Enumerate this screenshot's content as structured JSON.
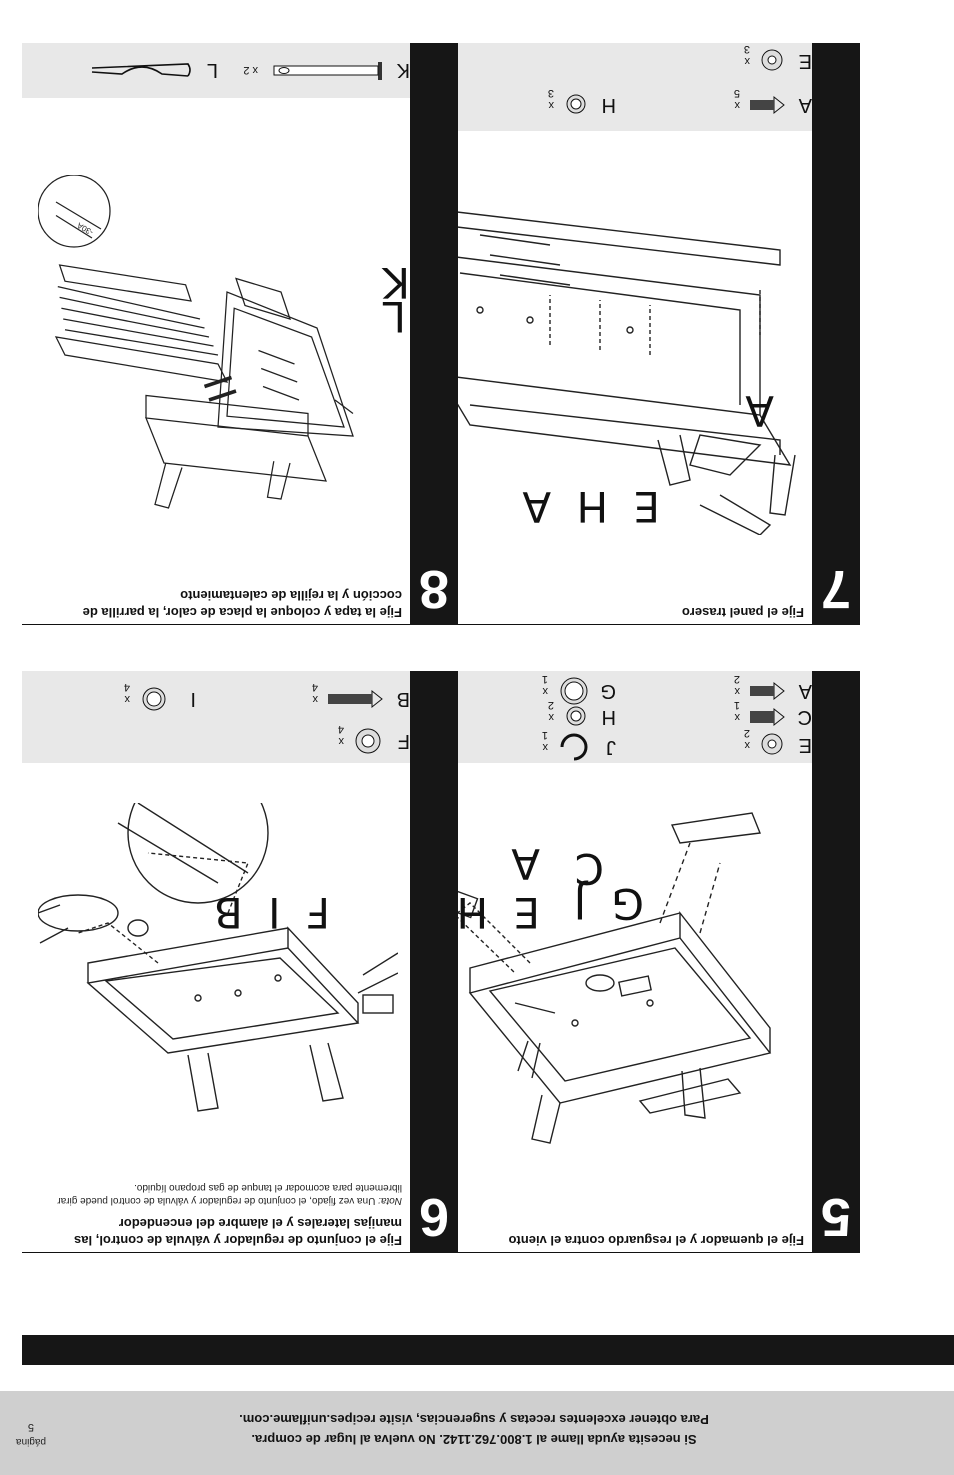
{
  "footer": {
    "line1": "Si necesita ayuda llame al 1.800.762.1142. No vuelva al lugar de compra.",
    "line2": "Para obtener excelentes recetas y sugerencias, visite recipes.uniflame.com.",
    "page_label": "página",
    "page_number": "5"
  },
  "steps": [
    {
      "number": "5",
      "title": "Fije el quemador y el resguardo contra el viento",
      "note": "",
      "labels": [
        "E H A",
        "G J",
        "C"
      ],
      "parts": [
        {
          "letter": "A",
          "qty": "x 2",
          "icon": "bolt-icon"
        },
        {
          "letter": "C",
          "qty": "x 1",
          "icon": "bolt-icon"
        },
        {
          "letter": "E",
          "qty": "x 2",
          "icon": "washer-icon"
        },
        {
          "letter": "G",
          "qty": "x 1",
          "icon": "ring-icon"
        },
        {
          "letter": "H",
          "qty": "x 2",
          "icon": "nut-icon"
        },
        {
          "letter": "J",
          "qty": "x 1",
          "icon": "clip-ring-icon"
        }
      ]
    },
    {
      "number": "6",
      "title": "Fije el conjunto de regulador y válvula de control, las manijas laterales y el alambre del encendedor",
      "note_label": "Nota:",
      "note": "Una vez fijado, el conjunto de regulador y válvula de control puede girar libremente para acomodar el tanque de gas propano líquido.",
      "labels": [
        "F I B"
      ],
      "parts": [
        {
          "letter": "B",
          "qty": "x 4",
          "icon": "long-bolt-icon"
        },
        {
          "letter": "F",
          "qty": "x 4",
          "icon": "washer-icon"
        },
        {
          "letter": "I",
          "qty": "x 4",
          "icon": "lock-ring-icon"
        }
      ]
    },
    {
      "number": "7",
      "title": "Fije el panel trasero",
      "note": "",
      "labels": [
        "E H A",
        "A"
      ],
      "parts": [
        {
          "letter": "A",
          "qty": "x 5",
          "icon": "bolt-icon"
        },
        {
          "letter": "E",
          "qty": "x 3",
          "icon": "washer-icon"
        },
        {
          "letter": "H",
          "qty": "x 3",
          "icon": "nut-icon"
        }
      ]
    },
    {
      "number": "8",
      "title": "Fije la tapa y coloque la placa de calor, la parrilla de cocción y la rejilla de calentamiento",
      "note": "",
      "labels": [
        "K",
        "L"
      ],
      "parts": [
        {
          "letter": "K",
          "qty": "",
          "icon": "hinge-pin-icon"
        },
        {
          "letter": "L",
          "qty": "x 2",
          "icon": "hitch-pin-icon"
        }
      ],
      "detail_text": "-30A"
    }
  ]
}
